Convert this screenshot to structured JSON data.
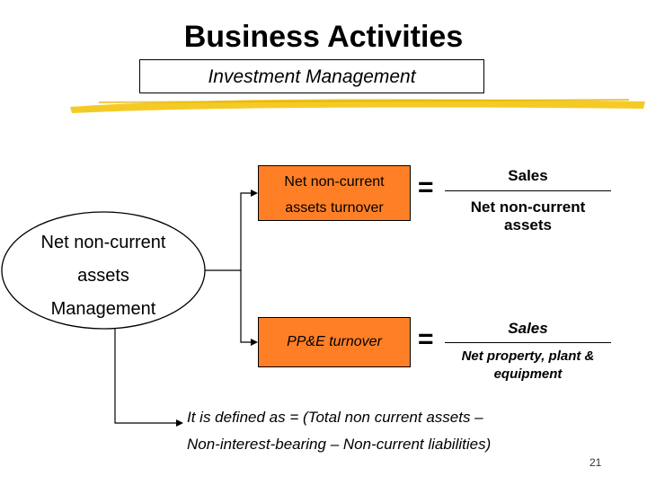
{
  "slide": {
    "title": "Business Activities",
    "subtitle": "Investment Management",
    "page_number": "21"
  },
  "ellipse": {
    "lines": [
      "Net non-current",
      "assets",
      "Management"
    ]
  },
  "ratios": [
    {
      "box_lines": [
        "Net non-current",
        "assets turnover"
      ],
      "equals": "=",
      "numerator": "Sales",
      "denominator_lines": [
        "Net non-current",
        "assets"
      ]
    },
    {
      "box_lines": [
        "PP&E turnover"
      ],
      "equals": "=",
      "numerator": "Sales",
      "denominator_lines": [
        "Net property, plant &",
        "equipment"
      ]
    }
  ],
  "definition": {
    "lines": [
      "It is defined as = (Total non current assets –",
      "Non-interest-bearing – Non-current liabilities)"
    ]
  },
  "colors": {
    "box_fill": "#ff7f27",
    "highlight_stroke": "#f2c200"
  }
}
